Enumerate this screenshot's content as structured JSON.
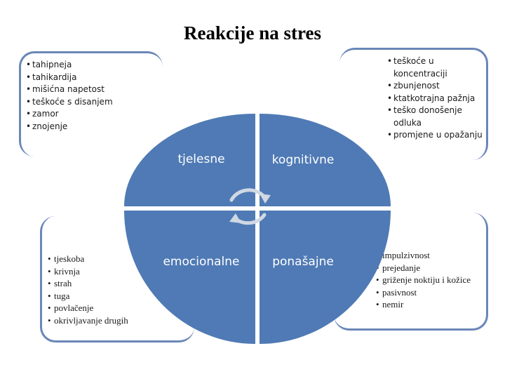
{
  "title": "Reakcije na stres",
  "quadrants": {
    "top_left": "tjelesne",
    "top_right": "kognitivne",
    "bottom_left": "emocionalne",
    "bottom_right": "ponašajne"
  },
  "physical_list": [
    "tahipneja",
    "tahikardija",
    "mišićna napetost",
    "teškoće s disanjem",
    "zamor",
    "znojenje"
  ],
  "cognitive_list": [
    "teškoće u koncentraciji",
    "zbunjenost",
    "ktatkotrajna pažnja",
    "teško donošenje odluka",
    "promjene u opažanju"
  ],
  "emotional_list": [
    "tjeskoba",
    "krivnja",
    "strah",
    "tuga",
    "povlačenje",
    "okrivljavanje drugih"
  ],
  "behavioral_list": [
    "impulzivnost",
    "prejedanje",
    "griženje noktiju i kožice",
    "pasivnost",
    "nemir"
  ],
  "colors": {
    "circle": "#4f7ab5",
    "card_border": "#6a87b8",
    "arrow": "#d0d8e4"
  },
  "icons": {
    "center": "circular-arrows-icon"
  }
}
